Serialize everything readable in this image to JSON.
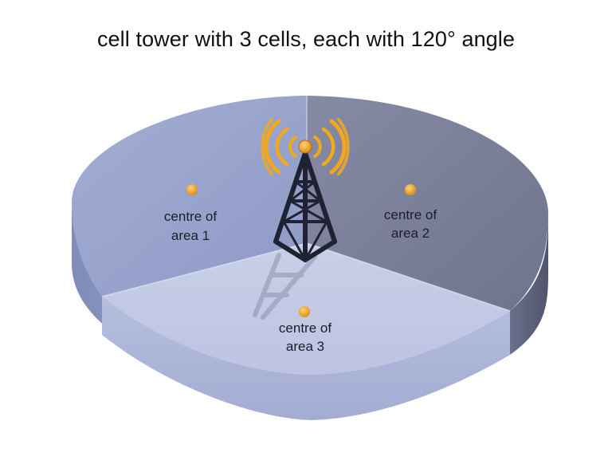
{
  "title": "cell tower with 3 cells, each with 120° angle",
  "areas": [
    {
      "line1": "centre of",
      "line2": "area 1"
    },
    {
      "line1": "centre of",
      "line2": "area 2"
    },
    {
      "line1": "centre of",
      "line2": "area 3"
    }
  ],
  "colors": {
    "area1_top": "#97a3cb",
    "area2_top": "#7a7f9a",
    "area3_top": "#c3cbe4",
    "side_left": "#8c98c4",
    "side_front": "#b0b8da",
    "side_right": "#606680",
    "tower": "#1f2233",
    "signal": "#f2a81d",
    "centre_dot": "#f0a520"
  },
  "icons": {
    "tower": "cell-tower-icon",
    "signal": "signal-waves-icon",
    "centre": "centre-dot-icon"
  }
}
